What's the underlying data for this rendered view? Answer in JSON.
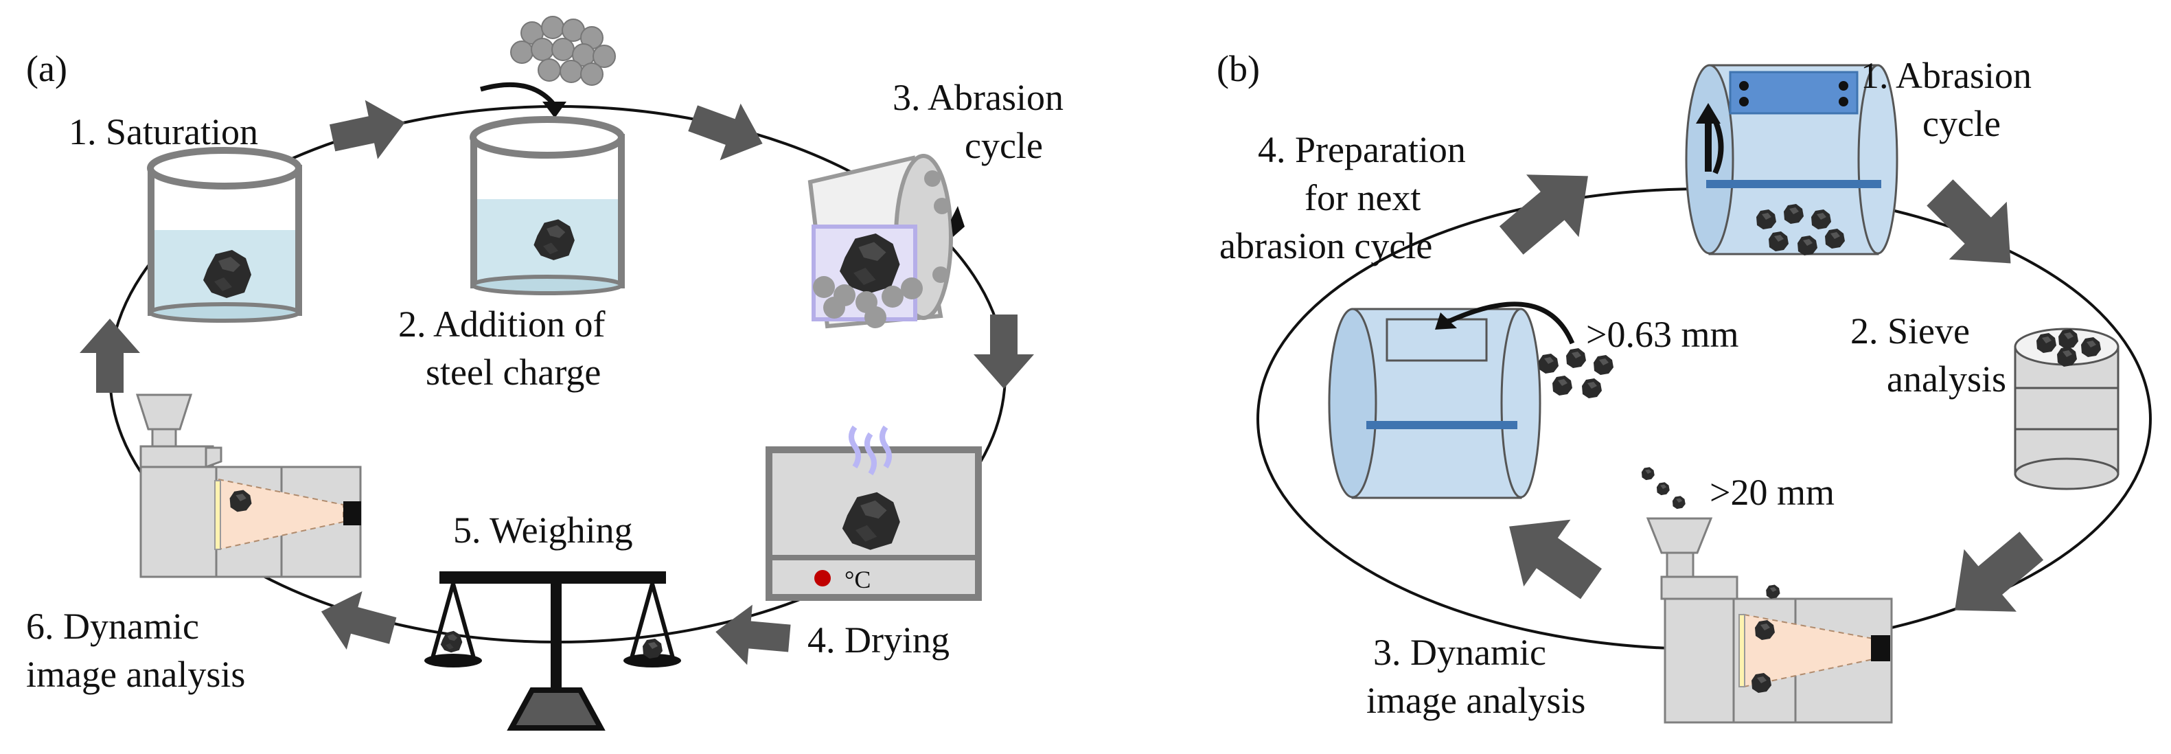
{
  "panel_a": {
    "label": "(a)",
    "steps": {
      "s1": "1. Saturation",
      "s2_line1": "2. Addition of",
      "s2_line2": "steel charge",
      "s3_line1": "3. Abrasion",
      "s3_line2": "cycle",
      "s4": "4. Drying",
      "s5": "5. Weighing",
      "s6_line1": "6. Dynamic",
      "s6_line2": "image analysis"
    },
    "oven_unit": "°C"
  },
  "panel_b": {
    "label": "(b)",
    "steps": {
      "s1_line1": "1. Abrasion",
      "s1_line2": "cycle",
      "s2_line1": "2. Sieve",
      "s2_line2": "analysis",
      "s3_line1": "3. Dynamic",
      "s3_line2": "image analysis",
      "s4_line1": "4. Preparation",
      "s4_line2": "for next",
      "s4_line3": "abrasion cycle"
    },
    "size_large": ">0.63 mm",
    "size_small": ">20 mm"
  },
  "colors": {
    "arrow": "#595959",
    "water": "#cfe6ee",
    "drum": "#c6dcef",
    "drum_dark": "#3f74b0",
    "machine": "#d9d9d9",
    "beam": "#f9d9c1",
    "rock": "#2a2a2a",
    "heat_dot": "#c00000",
    "steam": "#b9b6f5"
  },
  "icons": [
    "arrow-icon",
    "beaker-icon",
    "rock-icon",
    "drum-icon",
    "oven-icon",
    "scale-icon",
    "camera-icon",
    "sieve-stack-icon",
    "steel-balls-icon"
  ]
}
